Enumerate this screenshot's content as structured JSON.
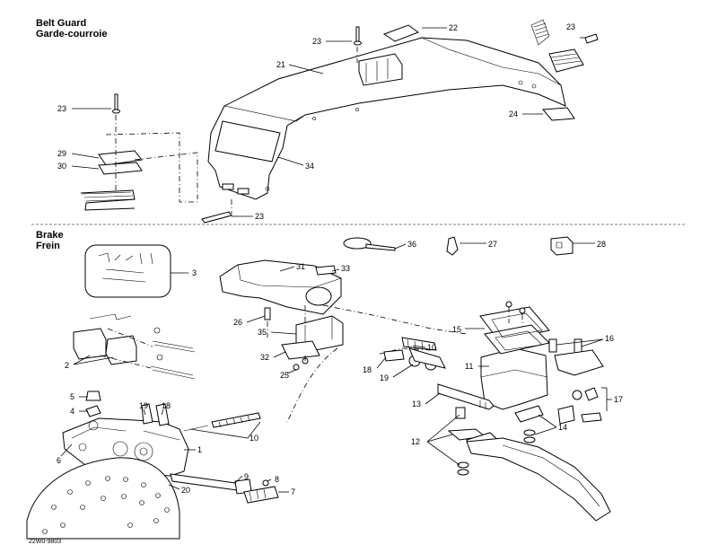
{
  "sections": {
    "belt_guard": {
      "title_en": "Belt Guard",
      "title_fr": "Garde-courroie"
    },
    "brake": {
      "title_en": "Brake",
      "title_fr": "Frein"
    }
  },
  "callouts": {
    "belt": [
      "22",
      "23",
      "21",
      "23",
      "24",
      "23",
      "29",
      "30",
      "34",
      "23"
    ],
    "brake": [
      "36",
      "27",
      "28",
      "31",
      "33",
      "3",
      "26",
      "35",
      "32",
      "25",
      "2",
      "10",
      "15",
      "16",
      "18",
      "19",
      "11",
      "17",
      "13",
      "14",
      "12",
      "5",
      "19",
      "18",
      "4",
      "10",
      "1",
      "6",
      "9",
      "8",
      "20",
      "7"
    ]
  },
  "drawing_code": "22W0-9803"
}
